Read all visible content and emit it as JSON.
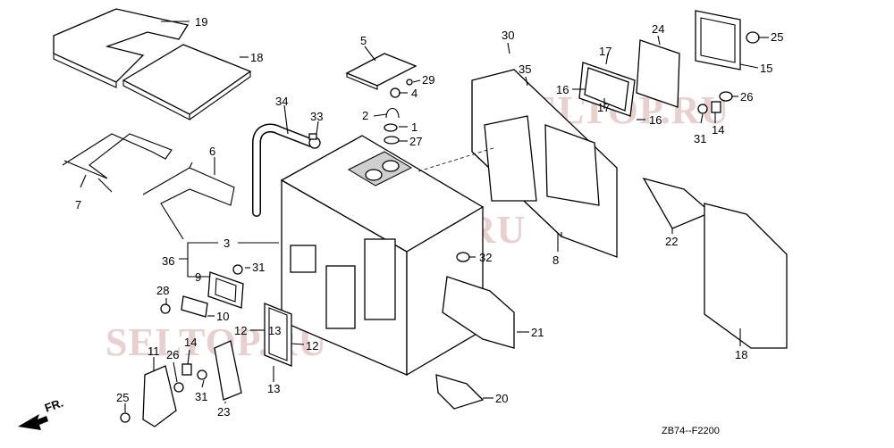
{
  "diagram": {
    "code": "ZB74--F2200",
    "direction_label": "FR.",
    "watermark": "SELTOP.RU",
    "callouts": [
      "19",
      "18",
      "5",
      "30",
      "24",
      "25",
      "15",
      "29",
      "4",
      "35",
      "17",
      "16",
      "17",
      "16",
      "26",
      "2",
      "1",
      "27",
      "34",
      "33",
      "6",
      "7",
      "31",
      "14",
      "3",
      "36",
      "32",
      "22",
      "9",
      "31",
      "8",
      "28",
      "10",
      "12",
      "13",
      "12",
      "21",
      "11",
      "14",
      "26",
      "31",
      "13",
      "23",
      "18",
      "25",
      "20"
    ]
  }
}
